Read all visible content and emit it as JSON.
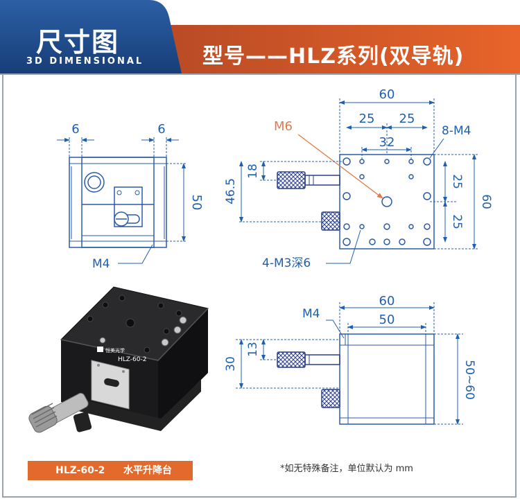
{
  "header": {
    "title": "尺寸图",
    "subtitle": "3D DIMENSIONAL",
    "model_title": "型号——HLZ系列(双导轨)",
    "colors": {
      "navy": "#1d4d8c",
      "orange": "#e0622a",
      "blue_line": "#2a5aa8",
      "dim_line": "#1f5fb0",
      "leader": "#e07a4c"
    }
  },
  "front_view": {
    "dim_left": "6",
    "dim_right": "6",
    "dim_height": "50",
    "thread_label": "M4"
  },
  "top_view": {
    "dim_width": "60",
    "dim_half_left": "25",
    "dim_half_right": "25",
    "dim_hole_spacing": "32",
    "center_thread": "M6",
    "corner_threads": "8-M4",
    "dim_left_18": "18",
    "dim_left_46_5": "46.5",
    "dim_right_25_top": "25",
    "dim_right_25_bottom": "25",
    "dim_right_60": "60",
    "bottom_threads": "4-M3深6"
  },
  "side_view": {
    "dim_width": "60",
    "dim_inner": "50",
    "thread_label": "M4",
    "dim_13": "13",
    "dim_30": "30",
    "dim_height_range": "50~60"
  },
  "product_photo": {
    "logo_text": "恒美光学",
    "engraved_model": "HLZ-60-2"
  },
  "caption": {
    "model": "HLZ-60-2",
    "name": "水平升降台"
  },
  "note": "*如无特殊备注，单位默认为 mm"
}
